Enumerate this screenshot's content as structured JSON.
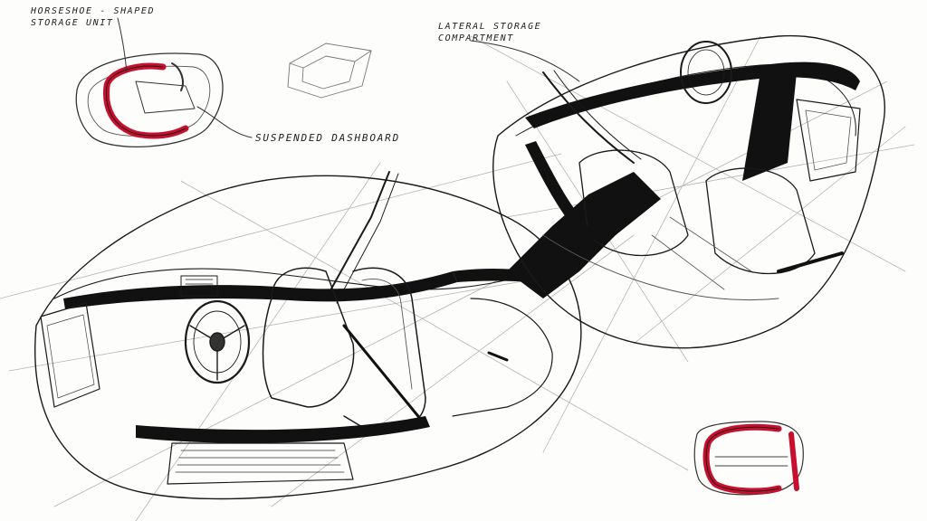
{
  "annotations": {
    "horseshoe": {
      "line1": "Horseshoe - shaped",
      "line2": "storage unit"
    },
    "lateral": {
      "line1": "Lateral storage",
      "line2": "compartment"
    },
    "dashboard": "Suspended dashboard"
  },
  "colors": {
    "ink": "#1a1a1a",
    "pencil": "#9a9a9a",
    "accent_red": "#c8102e",
    "paper": "#fdfdfc"
  }
}
